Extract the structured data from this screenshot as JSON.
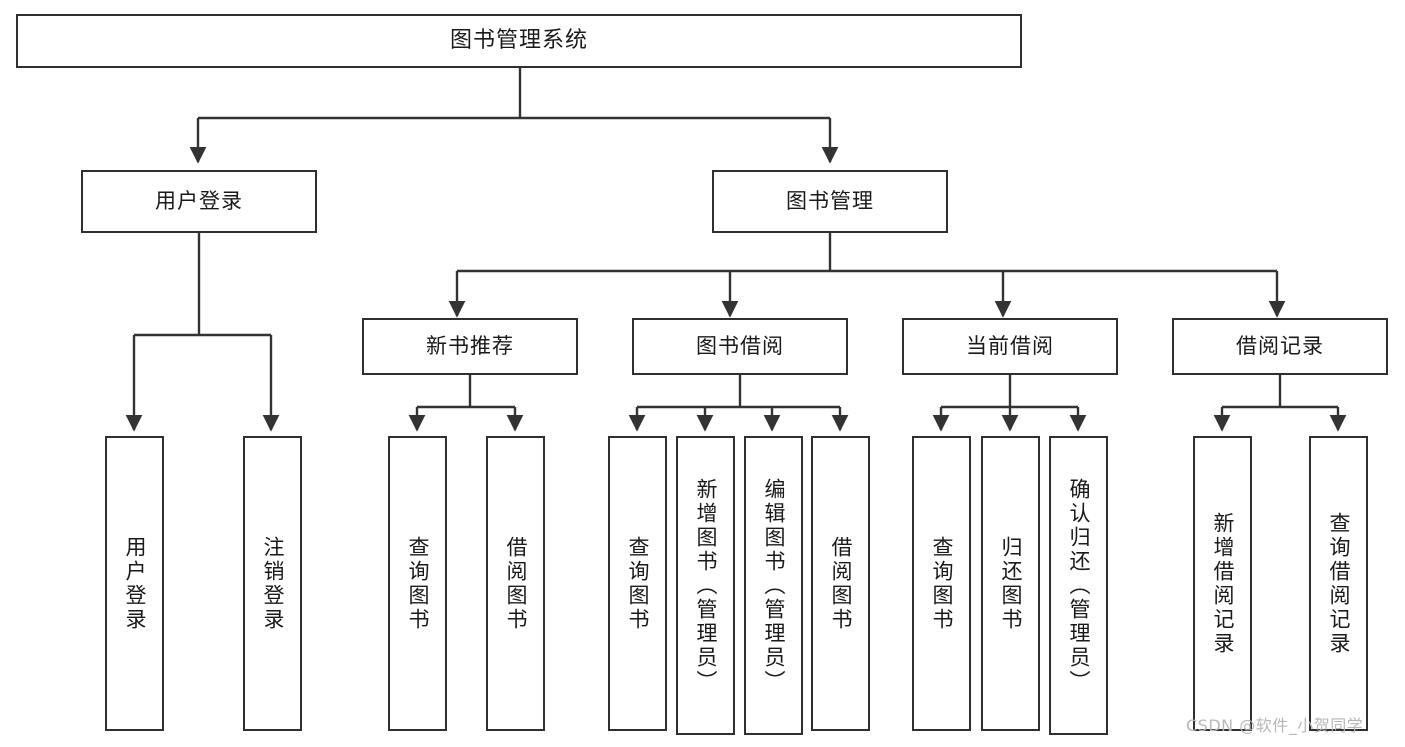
{
  "diagram": {
    "title": "图书管理系统",
    "type": "hierarchy-tree",
    "watermark": "CSDN @软件_小贺同学",
    "colors": {
      "box_border": "#2f2f2f",
      "box_fill": "#ffffff",
      "edge": "#333333",
      "text": "#1a1a1a",
      "watermark": "#b8b8b8",
      "background": "#ffffff"
    },
    "nodes": {
      "root": {
        "label": "图书管理系统"
      },
      "level2": [
        {
          "label": "用户登录"
        },
        {
          "label": "图书管理"
        }
      ],
      "level3": [
        {
          "label": "新书推荐"
        },
        {
          "label": "图书借阅"
        },
        {
          "label": "当前借阅"
        },
        {
          "label": "借阅记录"
        }
      ],
      "leaves": {
        "user_login": [
          {
            "label": "用户登录"
          },
          {
            "label": "注销登录"
          }
        ],
        "new_book_recommend": [
          {
            "label": "查询图书"
          },
          {
            "label": "借阅图书"
          }
        ],
        "book_borrow": [
          {
            "label": "查询图书"
          },
          {
            "label": "新增图书（管理员）"
          },
          {
            "label": "编辑图书（管理员）"
          },
          {
            "label": "借阅图书"
          }
        ],
        "current_borrow": [
          {
            "label": "查询图书"
          },
          {
            "label": "归还图书"
          },
          {
            "label": "确认归还（管理员）"
          }
        ],
        "borrow_record": [
          {
            "label": "新增借阅记录"
          },
          {
            "label": "查询借阅记录"
          }
        ]
      }
    }
  }
}
